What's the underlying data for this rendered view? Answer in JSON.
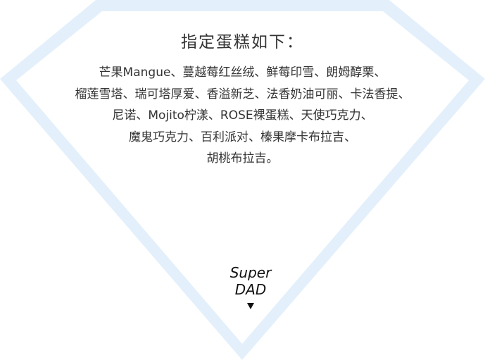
{
  "title": "指定蛋糕如下：",
  "lines": [
    "芒果Mangue、蔓越莓红丝绒、鲜莓印雪、朗姆醇栗、",
    "榴莲雪塔、瑞可塔厚爱、香溢新芝、法香奶油可丽、卡法香提、",
    "尼诺、Mojito柠漾、ROSE裸蛋糕、天使巧克力、",
    "魔鬼巧克力、百利派对、榛果摩卡布拉吉、",
    "胡桃布拉吉。"
  ],
  "logo": {
    "text_top": "Super",
    "text_bottom": "DAD",
    "icon": "triangle-down-icon"
  },
  "colors": {
    "frame": "#e3f0fb",
    "text": "#333333"
  }
}
